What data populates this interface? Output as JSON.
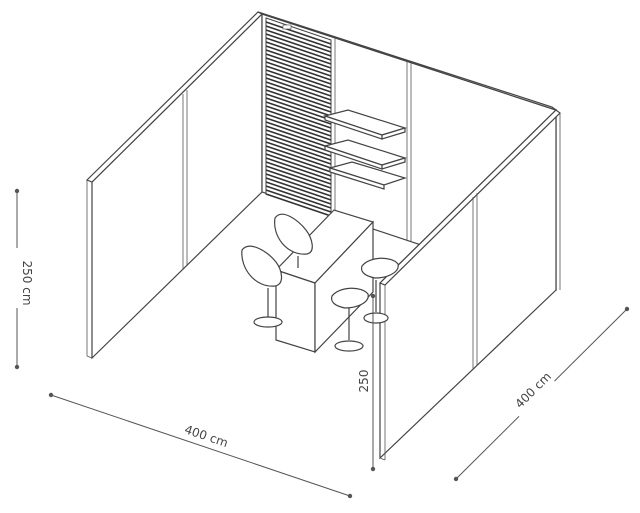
{
  "dimensions": {
    "height_label": "250 cm",
    "width_label": "400 cm",
    "depth_label": "400 cm",
    "corner_height_label": "250"
  },
  "colors": {
    "line": "#444444",
    "background": "#ffffff",
    "slat_fill": "#333333"
  },
  "icons": {
    "stool": "bar-stool-icon",
    "counter": "bar-counter-icon",
    "shelf": "wall-shelf-icon",
    "slat_panel": "slat-wall-panel-icon"
  }
}
